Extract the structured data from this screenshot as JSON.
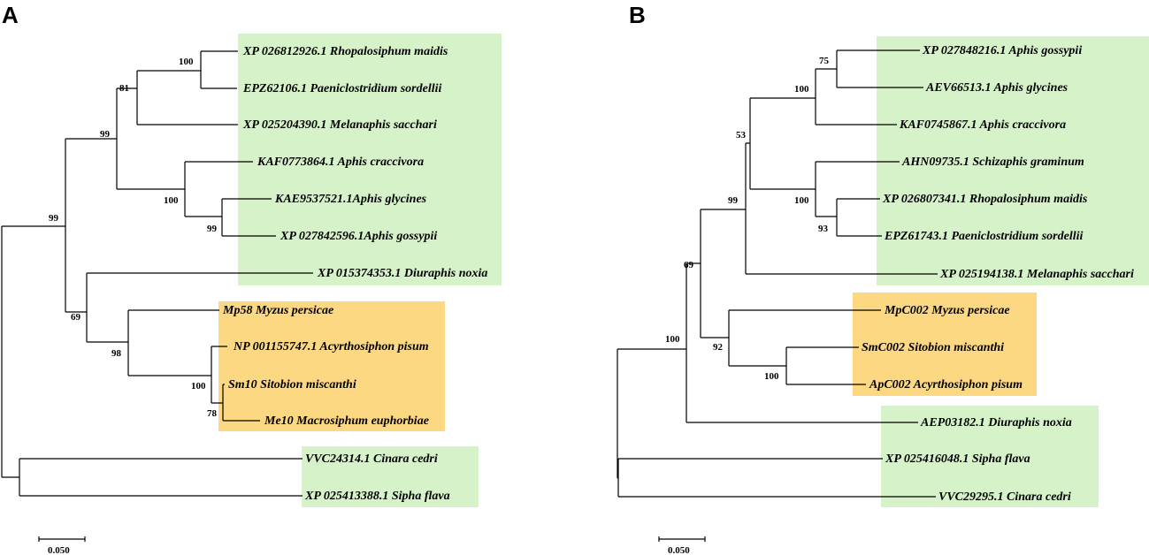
{
  "colors": {
    "green_box": "#d6f2c9",
    "orange_box": "#fdd882",
    "line": "#000000"
  },
  "panels": [
    {
      "label": "A",
      "scale_label": "0.050",
      "leaves": [
        "XP 026812926.1 Rhopalosiphum maidis",
        "EPZ62106.1 Paeniclostridium sordellii",
        "XP 025204390.1 Melanaphis sacchari",
        "KAF0773864.1 Aphis craccivora",
        "KAE9537521.1Aphis glycines",
        "XP 027842596.1Aphis gossypii",
        "XP 015374353.1 Diuraphis noxia",
        "Mp58 Myzus persicae",
        "NP 001155747.1 Acyrthosiphon pisum",
        "Sm10 Sitobion miscanthi",
        "Me10 Macrosiphum euphorbiae",
        "VVC24314.1 Cinara cedri",
        "XP 025413388.1 Sipha flava"
      ],
      "bootstrap": [
        "100",
        "81",
        "99",
        "100",
        "99",
        "99",
        "69",
        "98",
        "100",
        "78"
      ]
    },
    {
      "label": "B",
      "scale_label": "0.050",
      "leaves": [
        "XP 027848216.1 Aphis gossypii",
        "AEV66513.1 Aphis glycines",
        "KAF0745867.1 Aphis craccivora",
        "AHN09735.1 Schizaphis graminum",
        "XP 026807341.1 Rhopalosiphum maidis",
        "EPZ61743.1 Paeniclostridium sordellii",
        "XP 025194138.1 Melanaphis sacchari",
        "MpC002 Myzus persicae",
        "SmC002 Sitobion miscanthi",
        "ApC002 Acyrthosiphon pisum",
        "AEP03182.1 Diuraphis noxia",
        "XP 025416048.1 Sipha flava",
        "VVC29295.1 Cinara cedri"
      ],
      "bootstrap": [
        "75",
        "100",
        "53",
        "100",
        "93",
        "99",
        "69",
        "92",
        "100",
        "100"
      ]
    }
  ]
}
